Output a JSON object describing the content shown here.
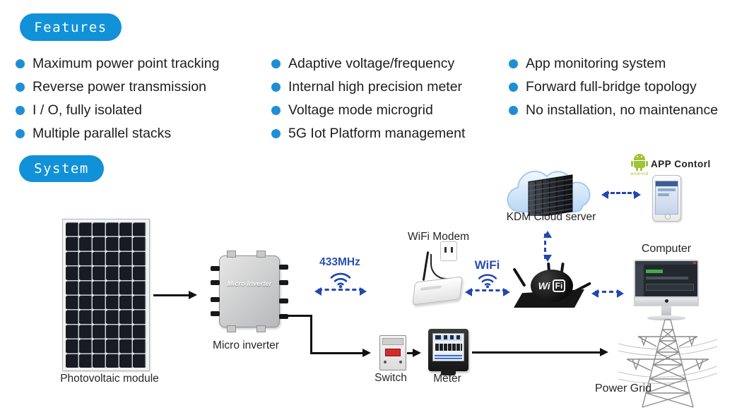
{
  "features_badge": "Features",
  "system_badge": "System",
  "feature_columns": {
    "col1": [
      "Maximum power point tracking",
      "Reverse power transmission",
      "I / O, fully isolated",
      "Multiple parallel stacks"
    ],
    "col2": [
      "Adaptive voltage/frequency",
      "Internal high precision meter",
      "Voltage mode microgrid",
      "5G Iot Platform management"
    ],
    "col3": [
      "App monitoring system",
      "Forward full-bridge topology",
      "No installation, no maintenance"
    ]
  },
  "system_diagram": {
    "photovoltaic_label": "Photovoltaic module",
    "micro_inverter_label": "Micro inverter",
    "micro_inverter_device_text": "Micro Inverter",
    "rf_label": "433MHz",
    "wifi_modem_label": "WiFi Modem",
    "wifi_label": "WiFi",
    "router_wi": "Wi",
    "router_fi": "Fi",
    "cloud_label": "KDM Cloud server",
    "android_label": "android",
    "app_control_label": "APP Contorl",
    "computer_label": "Computer",
    "switch_label": "Switch",
    "meter_label": "Meter",
    "power_grid_label": "Power Grid"
  },
  "colors": {
    "badge_blue": "#1191d8",
    "bullet_blue": "#1e8fd5",
    "arrow_blue": "#2147b0",
    "android_green": "#9fc437",
    "text_dark": "#1d1d1d"
  }
}
